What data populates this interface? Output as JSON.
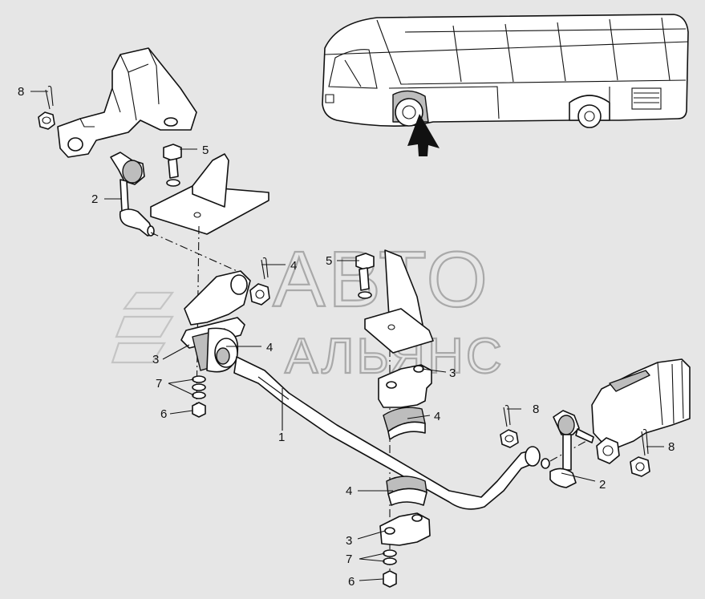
{
  "watermark": {
    "line1": "АВТО",
    "line2": "АЛЬЯНС"
  },
  "callouts": {
    "n1": "1",
    "n2": "2",
    "n3": "3",
    "n4": "4",
    "n5": "5",
    "n6": "6",
    "n7": "7",
    "n8": "8"
  }
}
